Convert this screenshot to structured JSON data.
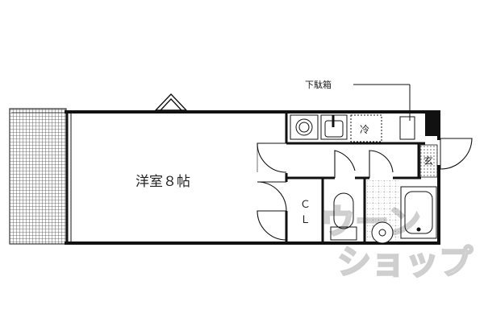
{
  "rooms": {
    "western_room": "洋室８帖",
    "closet_line1": "Ｃ",
    "closet_line2": "Ｌ",
    "fridge": "冷",
    "entrance": "玄"
  },
  "annotations": {
    "shoe_box": "下駄箱"
  },
  "watermark": {
    "line1": "ウーン",
    "line2": "ショップ"
  },
  "colors": {
    "wall": "#111111",
    "balcony_hatch": "#444444",
    "watermark": "#cfcfcf"
  }
}
